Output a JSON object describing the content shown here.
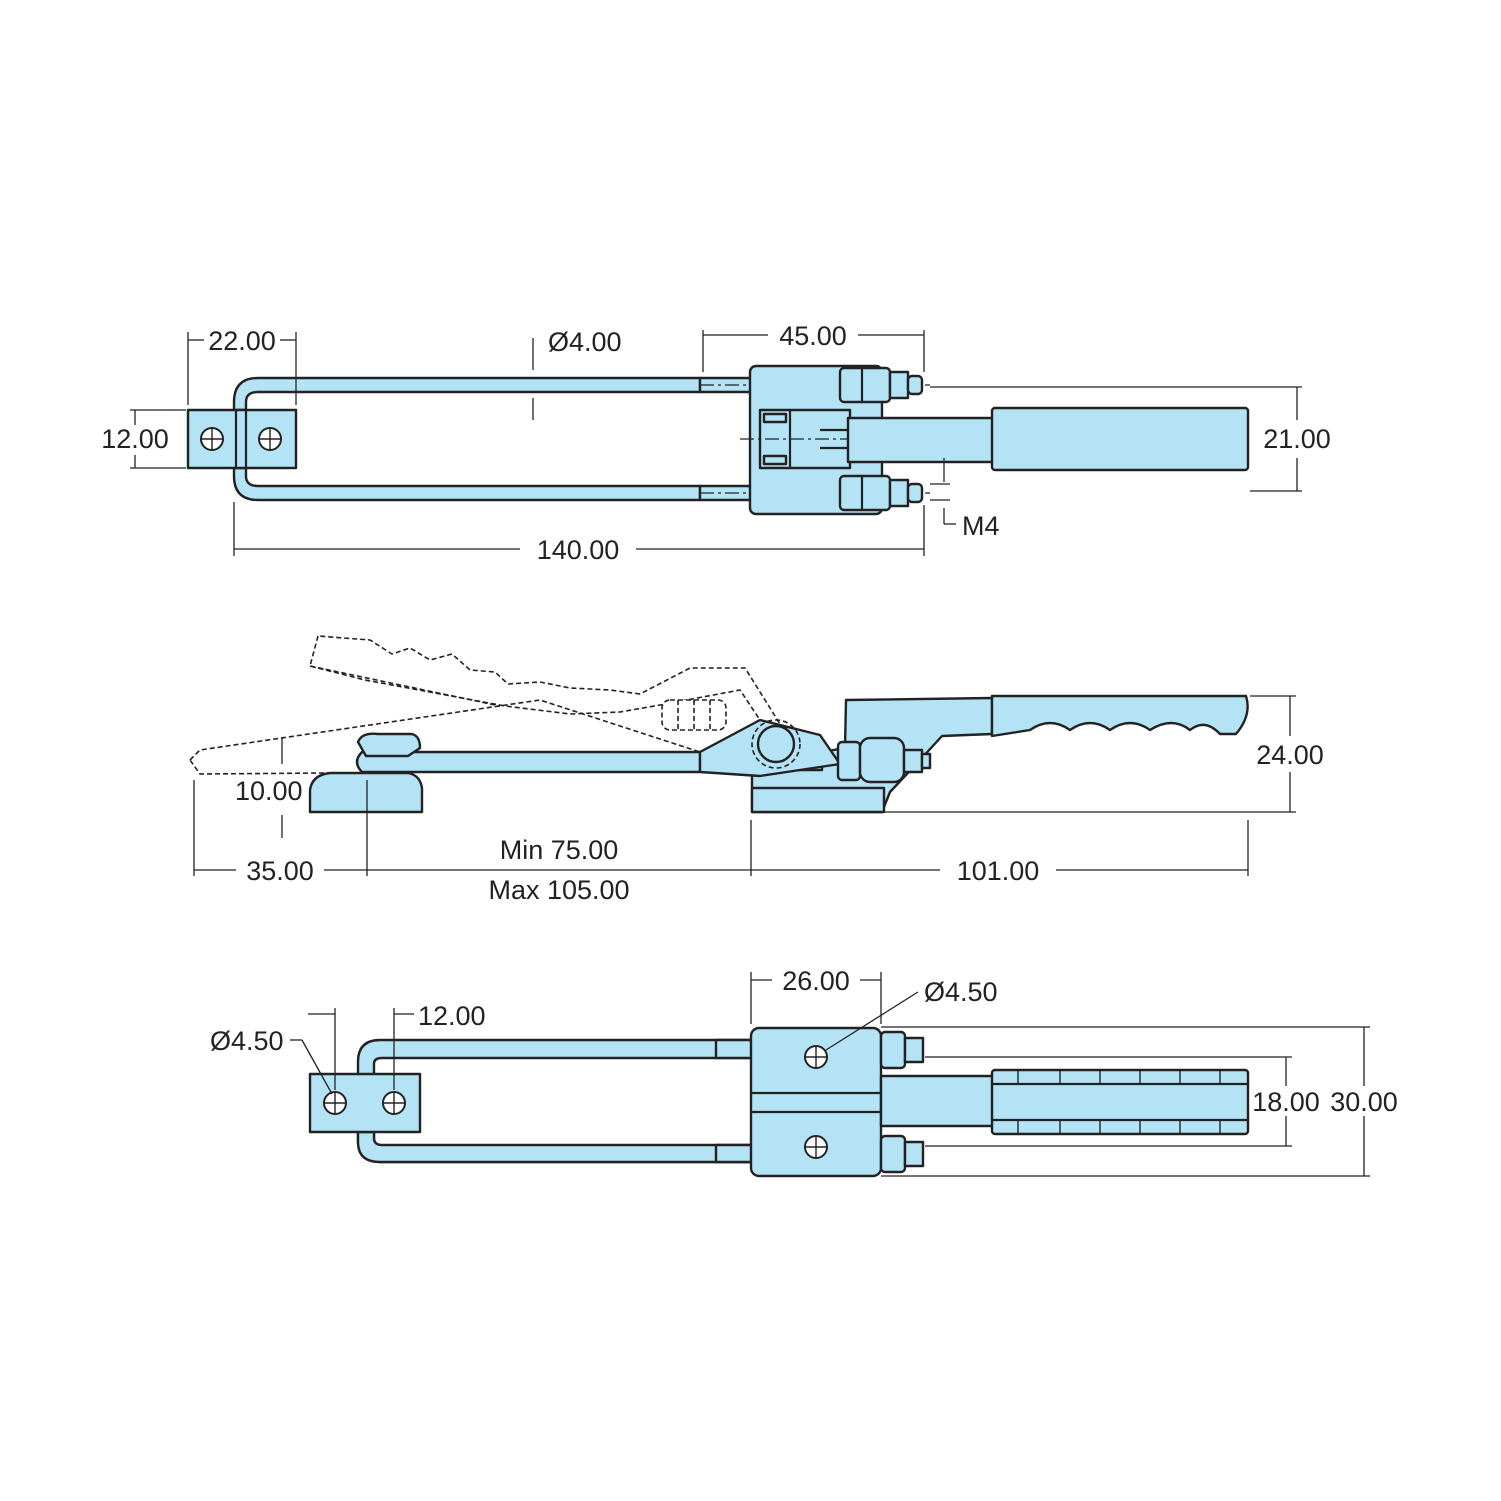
{
  "colors": {
    "part_fill": "#b3e3f5",
    "outline": "#222222",
    "background": "#ffffff"
  },
  "top_view": {
    "dim_width_left": "22.00",
    "dim_rod_dia": "Ø4.00",
    "dim_body_width": "45.00",
    "dim_hook_height": "12.00",
    "dim_handle_height": "21.00",
    "dim_thread": "M4",
    "dim_total_length": "140.00"
  },
  "side_view": {
    "dim_hook_offset": "10.00",
    "dim_hook_length": "35.00",
    "dim_span_min": "Min 75.00",
    "dim_span_max": "Max 105.00",
    "dim_body_length": "101.00",
    "dim_height": "24.00"
  },
  "bottom_view": {
    "dim_hole_dia_left": "Ø4.50",
    "dim_hole_spacing": "12.00",
    "dim_body_width": "26.00",
    "dim_hole_dia_right": "Ø4.50",
    "dim_handle_width": "18.00",
    "dim_total_width": "30.00"
  }
}
